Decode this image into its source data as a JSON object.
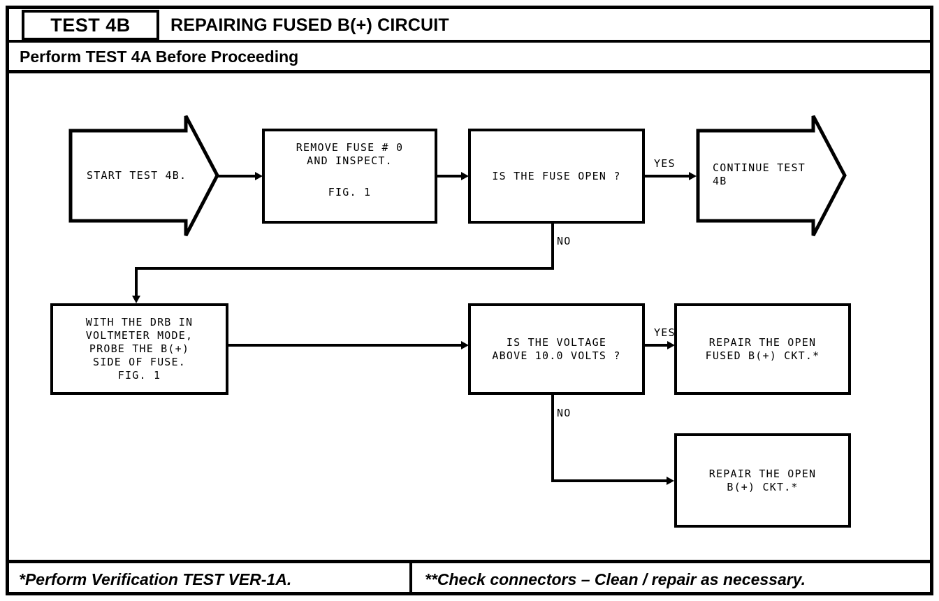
{
  "header": {
    "test_id": "TEST 4B",
    "subject": "REPAIRING FUSED B(+) CIRCUIT",
    "prerequisite": "Perform TEST 4A Before Proceeding"
  },
  "footer": {
    "left_note": "*Perform Verification TEST VER-1A.",
    "right_note": "**Check connectors – Clean / repair as necessary."
  },
  "flow": {
    "start": {
      "text": "START TEST 4B."
    },
    "remove_fuse": {
      "line1": "REMOVE FUSE # 0",
      "line2": "AND INSPECT.",
      "line3": "FIG. 1"
    },
    "fuse_open": {
      "text": "IS THE FUSE OPEN ?"
    },
    "continue_test": {
      "line1": "CONTINUE TEST",
      "line2": "4B"
    },
    "drb_probe": {
      "line1": "WITH THE DRB IN",
      "line2": "VOLTMETER MODE,",
      "line3": "PROBE THE B(+)",
      "line4": "SIDE OF FUSE.",
      "line5": "FIG. 1"
    },
    "voltage_check": {
      "line1": "IS THE VOLTAGE",
      "line2": "ABOVE 10.0 VOLTS ?"
    },
    "repair_fused": {
      "line1": "REPAIR THE OPEN",
      "line2": "FUSED B(+) CKT.*"
    },
    "repair_open": {
      "line1": "REPAIR THE OPEN",
      "line2": "B(+) CKT.*"
    }
  },
  "edges": {
    "fuse_open_yes": "YES",
    "fuse_open_no": "NO",
    "voltage_yes": "YES",
    "voltage_no": "NO"
  }
}
